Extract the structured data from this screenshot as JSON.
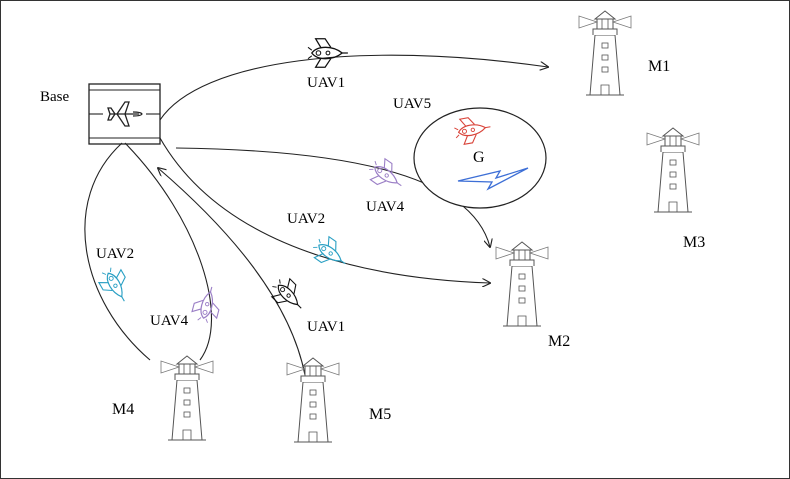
{
  "labels": {
    "base": "Base",
    "uav1_top": "UAV1",
    "uav5": "UAV5",
    "uav4_mid": "UAV4",
    "uav2_mid": "UAV2",
    "uav2_left": "UAV2",
    "uav4_left": "UAV4",
    "uav1_bottom": "UAV1",
    "m1": "M1",
    "m2": "M2",
    "m3": "M3",
    "m4": "M4",
    "m5": "M5",
    "ground_station": "G"
  },
  "colors": {
    "uav1": "#111111",
    "uav2": "#2aa0c4",
    "uav4": "#9b7fc6",
    "uav5": "#d9443a",
    "signal": "#3d6fd6",
    "stroke": "#222222"
  },
  "icons": {
    "base": "airport-icon",
    "marker": "lighthouse-icon",
    "uav": "drone-icon",
    "signal": "lightning-icon"
  }
}
